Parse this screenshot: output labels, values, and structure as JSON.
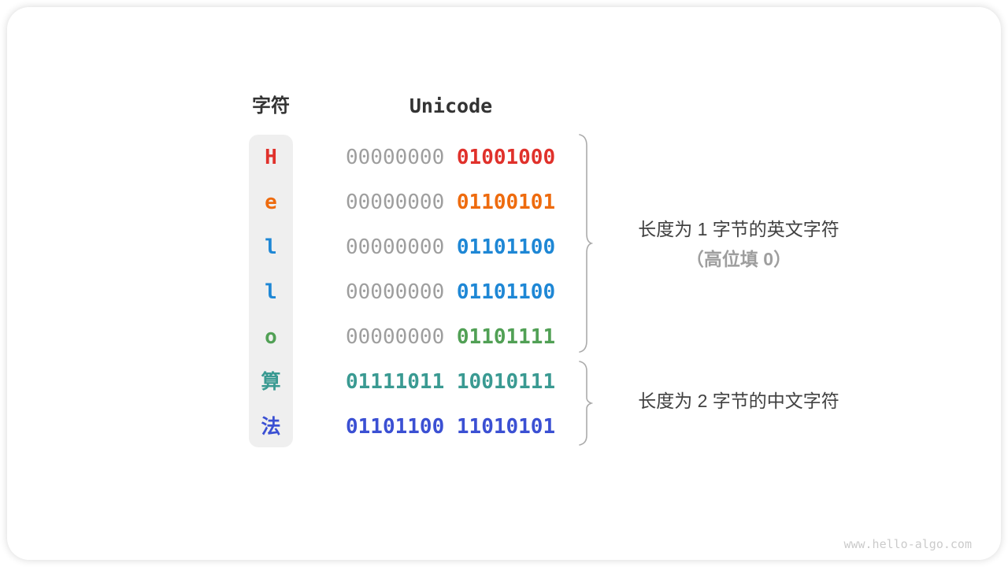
{
  "header": {
    "char_column": "字符",
    "unicode_column": "Unicode"
  },
  "rows": [
    {
      "char": "H",
      "color": "#e0312b",
      "high_byte": "00000000",
      "high_byte_color": "#9e9e9e",
      "low_byte": "01001000",
      "low_byte_color": "#e0312b"
    },
    {
      "char": "e",
      "color": "#ee6b0e",
      "high_byte": "00000000",
      "high_byte_color": "#9e9e9e",
      "low_byte": "01100101",
      "low_byte_color": "#ee6b0e"
    },
    {
      "char": "l",
      "color": "#1e87d5",
      "high_byte": "00000000",
      "high_byte_color": "#9e9e9e",
      "low_byte": "01101100",
      "low_byte_color": "#1e87d5"
    },
    {
      "char": "l",
      "color": "#1e87d5",
      "high_byte": "00000000",
      "high_byte_color": "#9e9e9e",
      "low_byte": "01101100",
      "low_byte_color": "#1e87d5"
    },
    {
      "char": "o",
      "color": "#51a055",
      "high_byte": "00000000",
      "high_byte_color": "#9e9e9e",
      "low_byte": "01101111",
      "low_byte_color": "#51a055"
    },
    {
      "char": "算",
      "color": "#3a9a92",
      "high_byte": "01111011",
      "high_byte_color": "#3a9a92",
      "low_byte": "10010111",
      "low_byte_color": "#3a9a92"
    },
    {
      "char": "法",
      "color": "#3b50d3",
      "high_byte": "01101100",
      "high_byte_color": "#3b50d3",
      "low_byte": "11010101",
      "low_byte_color": "#3b50d3"
    }
  ],
  "annotations": {
    "english_group": {
      "line1": "长度为 1 字节的英文字符",
      "line2": "（高位填 0）"
    },
    "chinese_group": {
      "line1": "长度为 2 字节的中文字符"
    }
  },
  "watermark": "www.hello-algo.com",
  "colors": {
    "gray_byte": "#9e9e9e",
    "brace": "#ababab",
    "char_column_bg": "#efefef",
    "header_text": "#333333",
    "annotation_text": "#414141",
    "annotation_sub_text": "#9e9e9e"
  }
}
